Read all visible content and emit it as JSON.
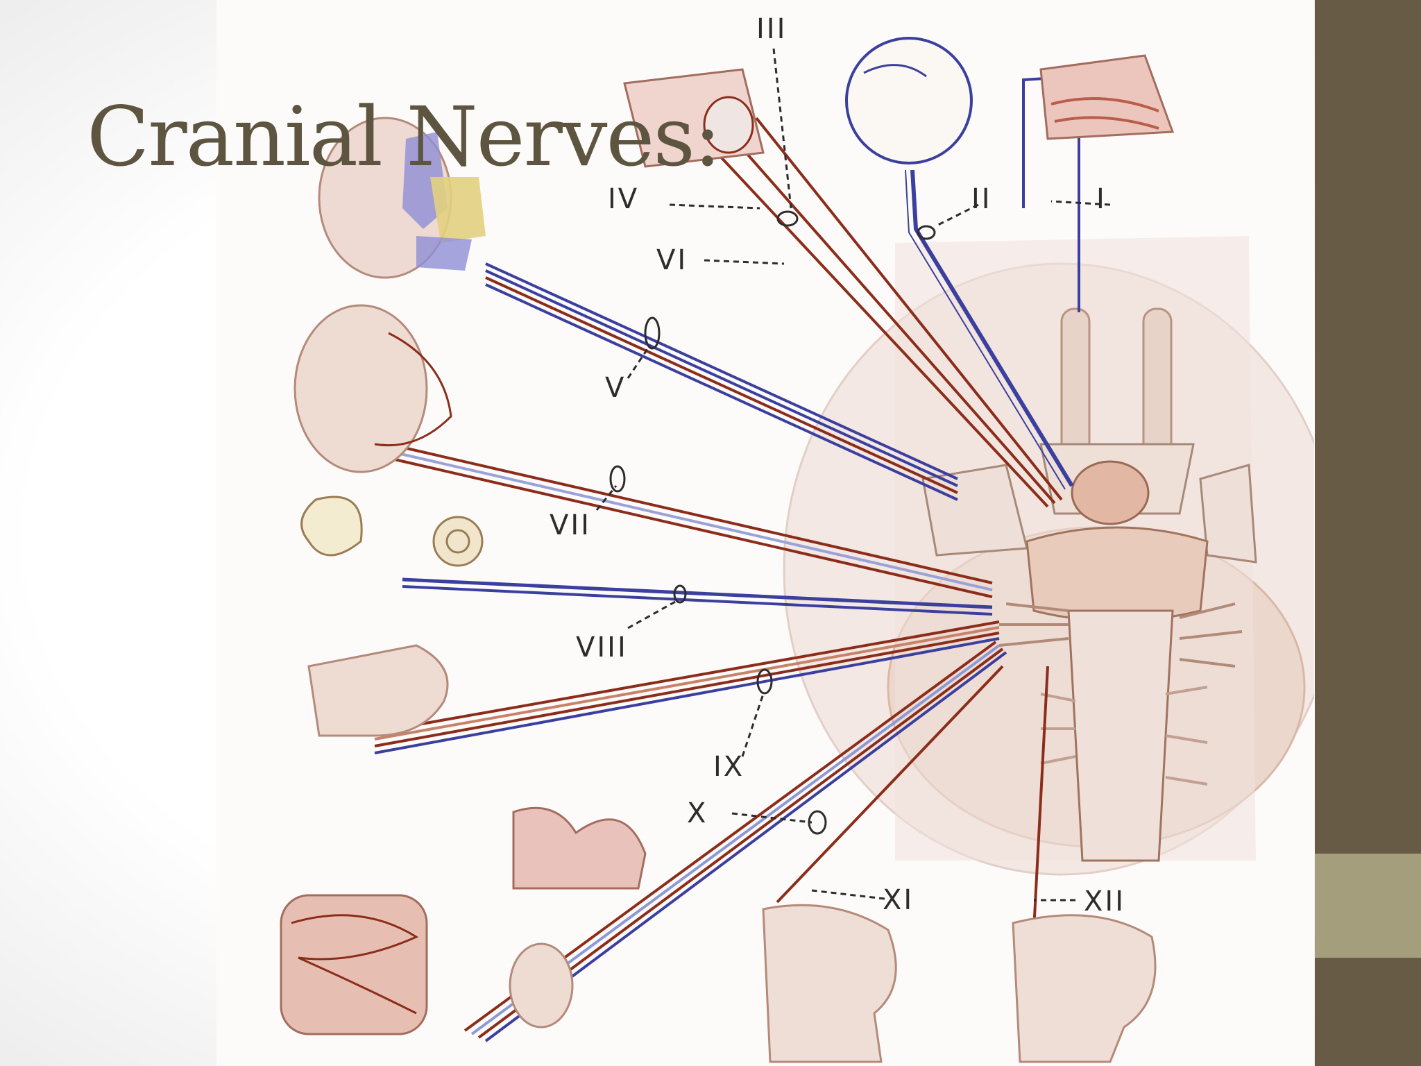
{
  "slide": {
    "title": "Cranial Nerves:"
  },
  "diagram": {
    "nerve_labels": [
      "I",
      "II",
      "III",
      "IV",
      "V",
      "VI",
      "VII",
      "VIII",
      "IX",
      "X",
      "XI",
      "XII"
    ]
  },
  "colors": {
    "sidebar": "#675b45",
    "sidebar_accent": "#a59e7c",
    "title_text": "#5e5540",
    "nerve_blue": "#3b3f9e",
    "nerve_red": "#8b2d1a"
  }
}
